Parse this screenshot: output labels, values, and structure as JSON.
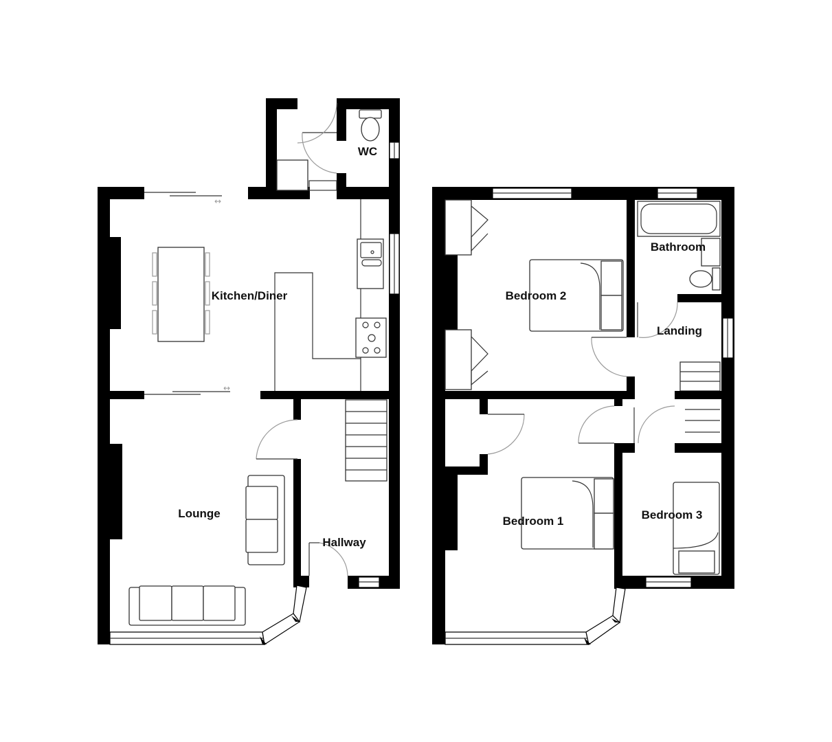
{
  "floor_plan": {
    "ground_floor": {
      "rooms": [
        {
          "id": "wc",
          "label": "WC"
        },
        {
          "id": "kitchen_diner",
          "label": "Kitchen/Diner"
        },
        {
          "id": "lounge",
          "label": "Lounge"
        },
        {
          "id": "hallway",
          "label": "Hallway"
        }
      ]
    },
    "first_floor": {
      "rooms": [
        {
          "id": "bedroom_2",
          "label": "Bedroom 2"
        },
        {
          "id": "bathroom",
          "label": "Bathroom"
        },
        {
          "id": "landing",
          "label": "Landing"
        },
        {
          "id": "bedroom_1",
          "label": "Bedroom 1"
        },
        {
          "id": "bedroom_3",
          "label": "Bedroom 3"
        }
      ]
    },
    "colors": {
      "wall": "#000000",
      "background": "#ffffff",
      "door_swing": "#9a9a9a"
    }
  }
}
